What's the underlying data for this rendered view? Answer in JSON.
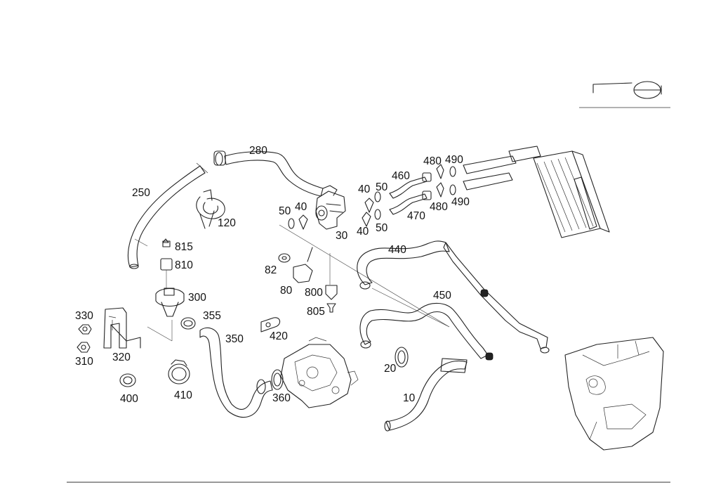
{
  "diagram": {
    "labels": {
      "p10": "10",
      "p20": "20",
      "p30": "30",
      "p40a": "40",
      "p40b": "40",
      "p40c": "40",
      "p50a": "50",
      "p50b": "50",
      "p50c": "50",
      "p80": "80",
      "p82": "82",
      "p120": "120",
      "p250": "250",
      "p280": "280",
      "p300": "300",
      "p310": "310",
      "p320": "320",
      "p330": "330",
      "p350": "350",
      "p355": "355",
      "p360": "360",
      "p400": "400",
      "p410": "410",
      "p420": "420",
      "p440": "440",
      "p450": "450",
      "p460": "460",
      "p470": "470",
      "p480a": "480",
      "p480b": "480",
      "p490a": "490",
      "p490b": "490",
      "p800": "800",
      "p805": "805",
      "p810": "810",
      "p815": "815"
    },
    "icons": [
      "steering-wheel-icon"
    ]
  }
}
